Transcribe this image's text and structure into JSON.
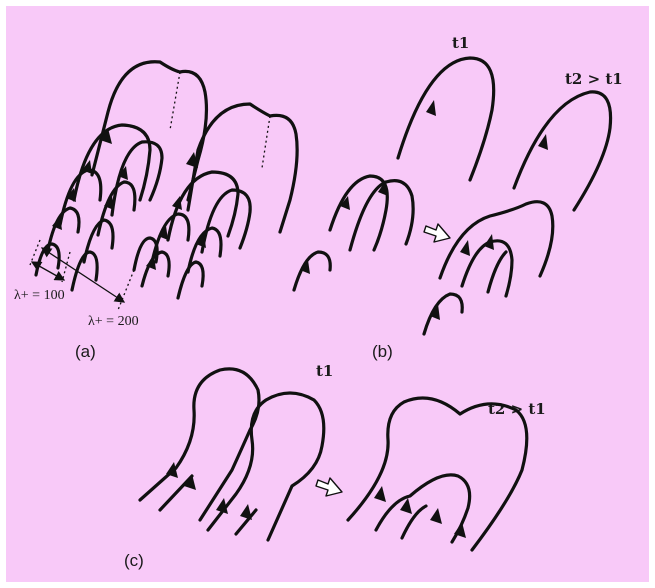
{
  "colors": {
    "background": "#f8c9f8",
    "frame": "#ffffff",
    "stroke": "#111111"
  },
  "panels": {
    "a": {
      "label": "(a)",
      "spacing_small": "λ+ = 100",
      "spacing_large": "λ+ = 200"
    },
    "b": {
      "label": "(b)",
      "time_before": "t1",
      "time_after": "t2 > t1"
    },
    "c": {
      "label": "(c)",
      "time_before": "t1",
      "time_after": "t2 > t1"
    }
  },
  "icons": {
    "transition": "hollow-arrow-icon",
    "direction": "arrowhead-icon"
  }
}
